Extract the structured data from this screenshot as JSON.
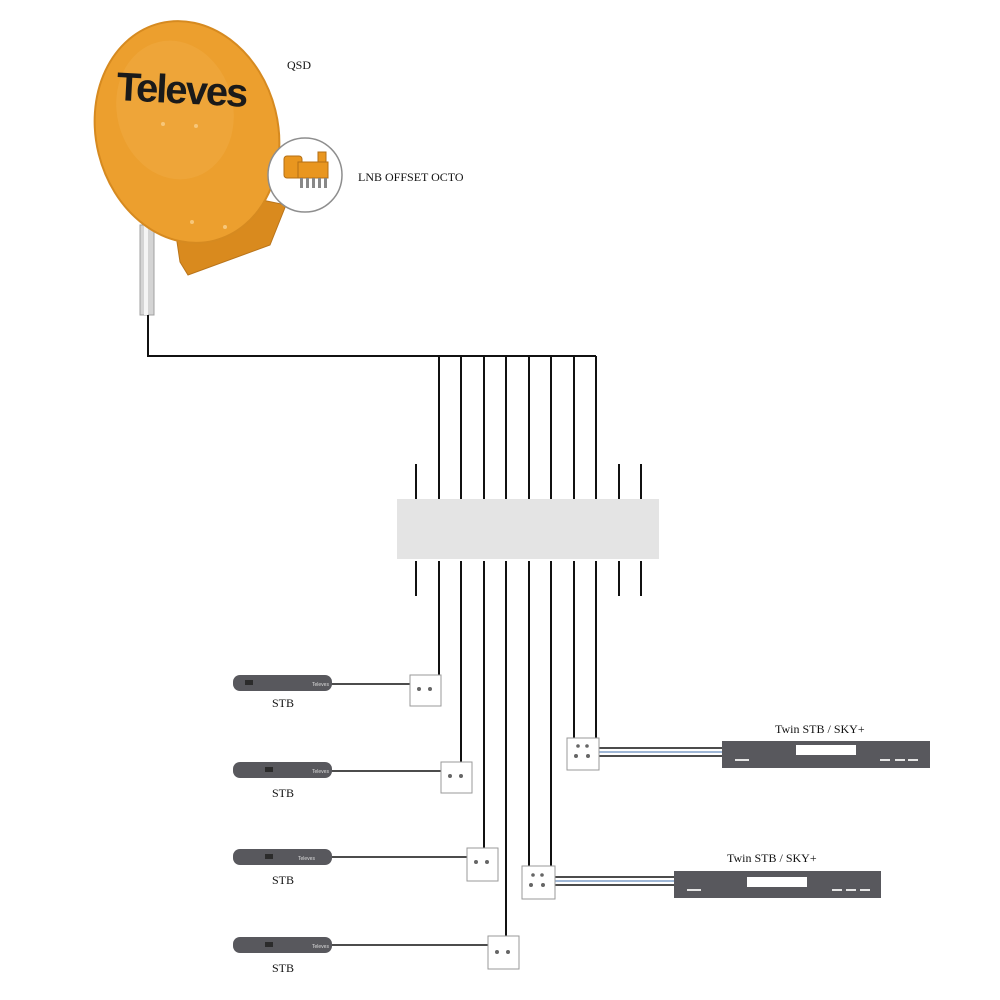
{
  "dish": {
    "brand": "Televes",
    "model": "QSD",
    "color": "#ec9f2e",
    "lnb_label": "LNB OFFSET OCTO"
  },
  "stbs": [
    {
      "label": "STB",
      "brand": "Televes"
    },
    {
      "label": "STB",
      "brand": "Televes"
    },
    {
      "label": "STB",
      "brand": "Televes"
    },
    {
      "label": "STB",
      "brand": "Televes"
    }
  ],
  "twin_stbs": [
    {
      "label": "Twin STB / SKY+"
    },
    {
      "label": "Twin STB / SKY+"
    }
  ],
  "colors": {
    "cable": "#111111",
    "multiswitch": "#e4e4e4",
    "receiver": "#58585d",
    "twin_cable": "#9fb7d6"
  }
}
